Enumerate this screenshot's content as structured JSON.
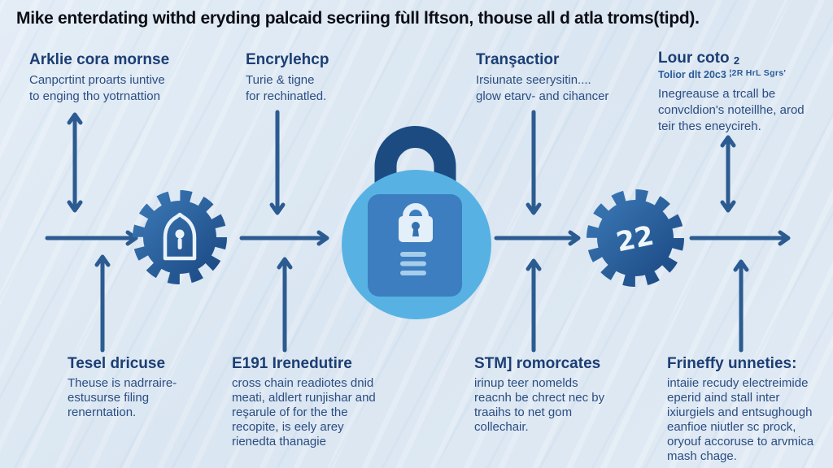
{
  "title": "Mike enterdating withd eryding palcaid secriing fùll lftson, thouse all d atla troms(tipd).",
  "colors": {
    "background": "#dfe9f3",
    "title_text": "#0d0d15",
    "heading_text": "#1c3e74",
    "body_text": "#2b4d82",
    "arrow": "#2b5b91",
    "gear_fill_light": "#3a77b4",
    "gear_fill_dark": "#1c4a84",
    "circle_fill": "#57b2e3",
    "card_fill": "#3c7ec0",
    "shackle": "#1c4b82",
    "lock_icon": "#e3eff9",
    "card_lines": "#a6cde9"
  },
  "top_columns": [
    {
      "heading": "Arklie cora mornse",
      "lines": [
        "Canpcrtint proarts iuntive",
        "to enging tho yotrnattion"
      ]
    },
    {
      "heading": "Encrylehcp",
      "lines": [
        "Turie & tigne",
        "for rechinatled."
      ]
    },
    {
      "heading": "Tranşactior",
      "lines": [
        "Irsiunate seerysitin....",
        "glow etarv- and cihancer"
      ]
    },
    {
      "heading": "Lour coto",
      "heading_sub": "2",
      "subline": "Tolior dlt 20c3",
      "subline_note": "¦2R HrL Sgrs'",
      "lines": [
        "Inegreause a trcall be",
        "convcldion's noteillhe, arod",
        "teir thes eneycireh."
      ]
    }
  ],
  "bottom_blocks": [
    {
      "heading": "Tesel dricuse",
      "lines": [
        "Theuse is nadrraire-",
        "estusurse filing",
        "renerntation."
      ]
    },
    {
      "heading": "E191 Irenedutire",
      "lines": [
        "cross chain readiotes dnid",
        "meati, aldlert runjishar and",
        "reşarule of for the the",
        "recopite, is eely arey",
        "rienedta thanagie"
      ]
    },
    {
      "heading": "STM] romorcates",
      "lines": [
        "irinup teer nomelds",
        "reacnh be chrect nec by",
        "traaihs to net gom",
        "collechair."
      ]
    },
    {
      "heading": "Frineffy unneties:",
      "lines": [
        "intaiie recudy electreimide",
        "eperid aind stall inter",
        "ixiurgiels and entsughough",
        "eanfioe niutler sc prock,",
        "oryouf accoruse to arvmica",
        "mash chage."
      ]
    }
  ],
  "gear2_label": "22"
}
